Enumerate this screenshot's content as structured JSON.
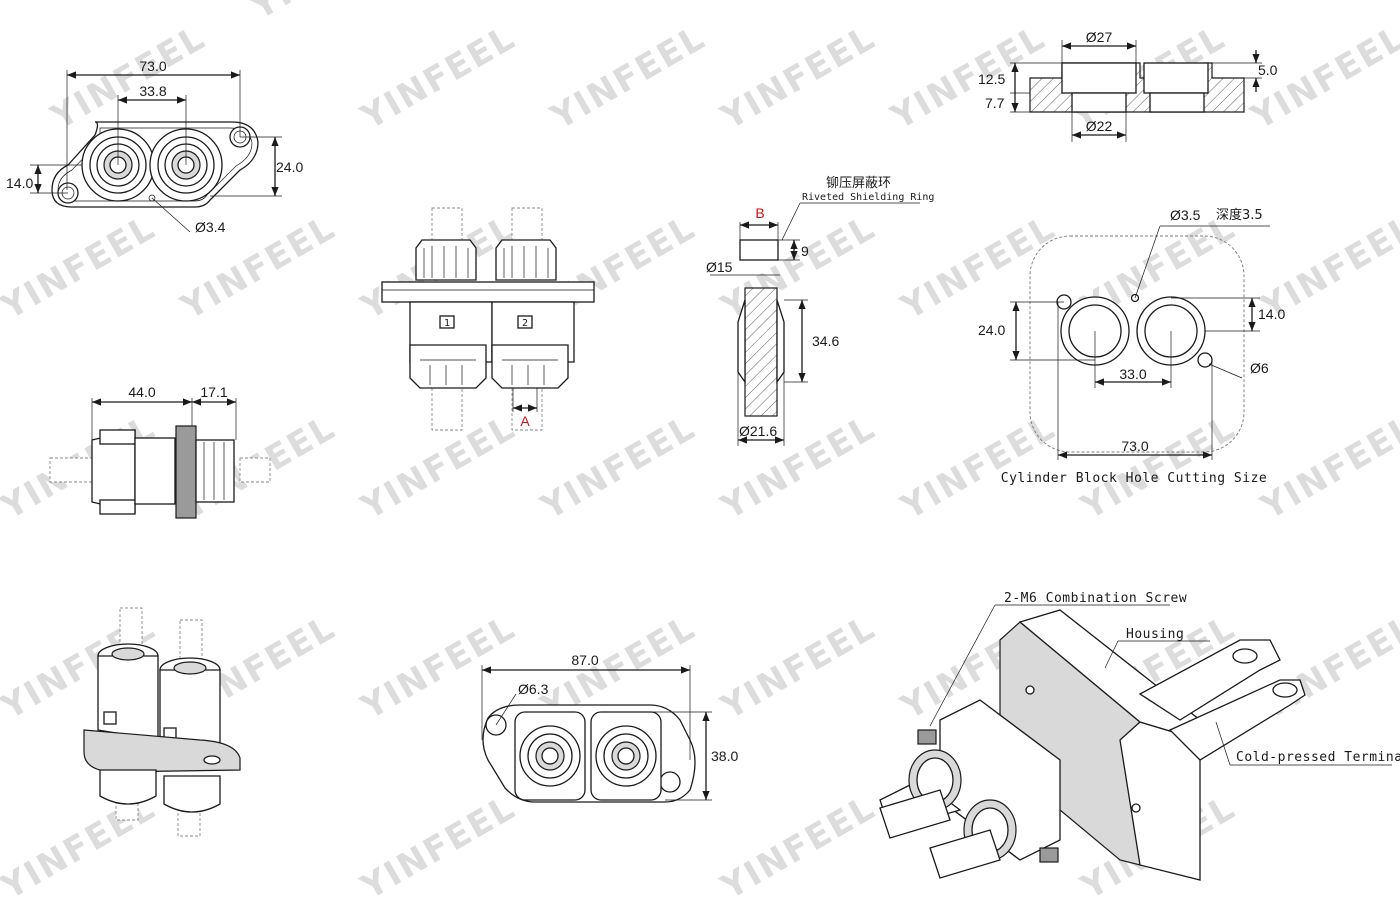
{
  "watermark": "YINFEEL",
  "views": {
    "top_view": {
      "dims": {
        "width": "73.0",
        "pitch": "33.8",
        "height": "24.0",
        "hole_offset": "14.0",
        "hole_dia": "Ø3.4"
      }
    },
    "front_view": {
      "pin_labels": [
        "1",
        "2"
      ],
      "section_marker": "A"
    },
    "side_view": {
      "dims": {
        "length": "44.0",
        "depth": "17.1"
      }
    },
    "ring_detail": {
      "label_cn": "铆压屏蔽环",
      "label_en": "Riveted Shielding Ring",
      "section_marker": "B",
      "dims": {
        "ring_height": "9",
        "ring_dia": "Ø15",
        "length": "34.6",
        "outer_dia": "Ø21.6"
      }
    },
    "section_detail": {
      "dims": {
        "top_dia": "Ø27",
        "bottom_dia": "Ø22",
        "total": "12.5",
        "lower": "7.7",
        "step": "5.0"
      }
    },
    "cutout": {
      "title": "Cylinder Block Hole Cutting Size",
      "dims": {
        "small_hole": "Ø3.5",
        "depth": "深度3.5",
        "height": "24.0",
        "offset": "14.0",
        "pitch": "33.0",
        "width": "73.0",
        "screw_hole": "Ø6"
      }
    },
    "flange_view": {
      "dims": {
        "width": "87.0",
        "height": "38.0",
        "hole_dia": "Ø6.3"
      }
    },
    "assembly": {
      "callouts": {
        "screw": "2-M6 Combination Screw",
        "housing": "Housing",
        "terminal": "Cold-pressed Terminal"
      }
    }
  }
}
